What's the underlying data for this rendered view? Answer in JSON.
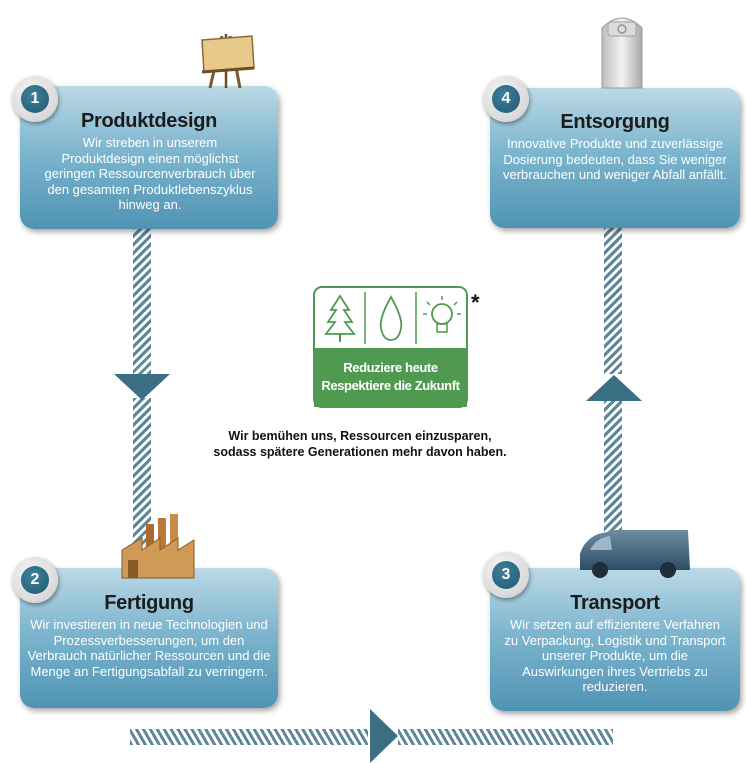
{
  "steps": [
    {
      "number": "1",
      "title": "Produktdesign",
      "text": "Wir streben in unserem Produktdesign einen möglichst geringen Ressourcenverbrauch über den gesamten Produktlebenszyklus hinweg an."
    },
    {
      "number": "2",
      "title": "Fertigung",
      "text": "Wir investieren in neue Technologien und Prozessverbesserungen, um den Verbrauch natürlicher Ressourcen und die Menge an Fertigungsabfall zu verringern."
    },
    {
      "number": "3",
      "title": "Transport",
      "text": "Wir setzen auf effizientere Verfahren zu Verpackung, Logistik und Transport unserer Produkte, um die Auswirkungen ihres Vertriebs zu reduzieren."
    },
    {
      "number": "4",
      "title": "Entsorgung",
      "text": "Innovative Produkte und zuverlässige Dosierung bedeuten, dass Sie weniger verbrauchen und weniger Abfall anfällt."
    }
  ],
  "logo": {
    "line1": "Reduziere heute",
    "line2": "Respektiere die Zukunft",
    "asterisk": "*",
    "icons": [
      "tree-icon",
      "water-drop-icon",
      "light-bulb-icon"
    ]
  },
  "center_caption": {
    "line1": "Wir bemühen uns, Ressourcen einzusparen,",
    "line2": "sodass spätere Generationen mehr davon haben."
  },
  "colors": {
    "box_top": "#bcd9e6",
    "box_bottom": "#4f93b3",
    "arrow": "#3b6f84",
    "stripe": "#5f8797",
    "logo_green": "#4f9a50"
  },
  "illustrations": [
    "easel-icon",
    "factory-icon",
    "van-icon",
    "trash-bin-icon"
  ]
}
